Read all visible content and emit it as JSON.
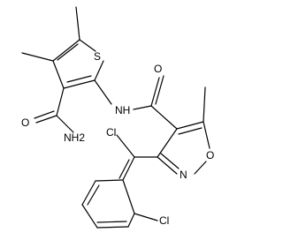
{
  "molecule": {
    "atom_labels": {
      "thiophene_s": "S",
      "amide_nh": "NH",
      "amide_o": "O",
      "carboxamide_o": "O",
      "carboxamide_nh2": "NH2",
      "isoxazole_n": "N",
      "isoxazole_o": "O",
      "chloro_top": "Cl",
      "chloro_bottom": "Cl"
    }
  }
}
